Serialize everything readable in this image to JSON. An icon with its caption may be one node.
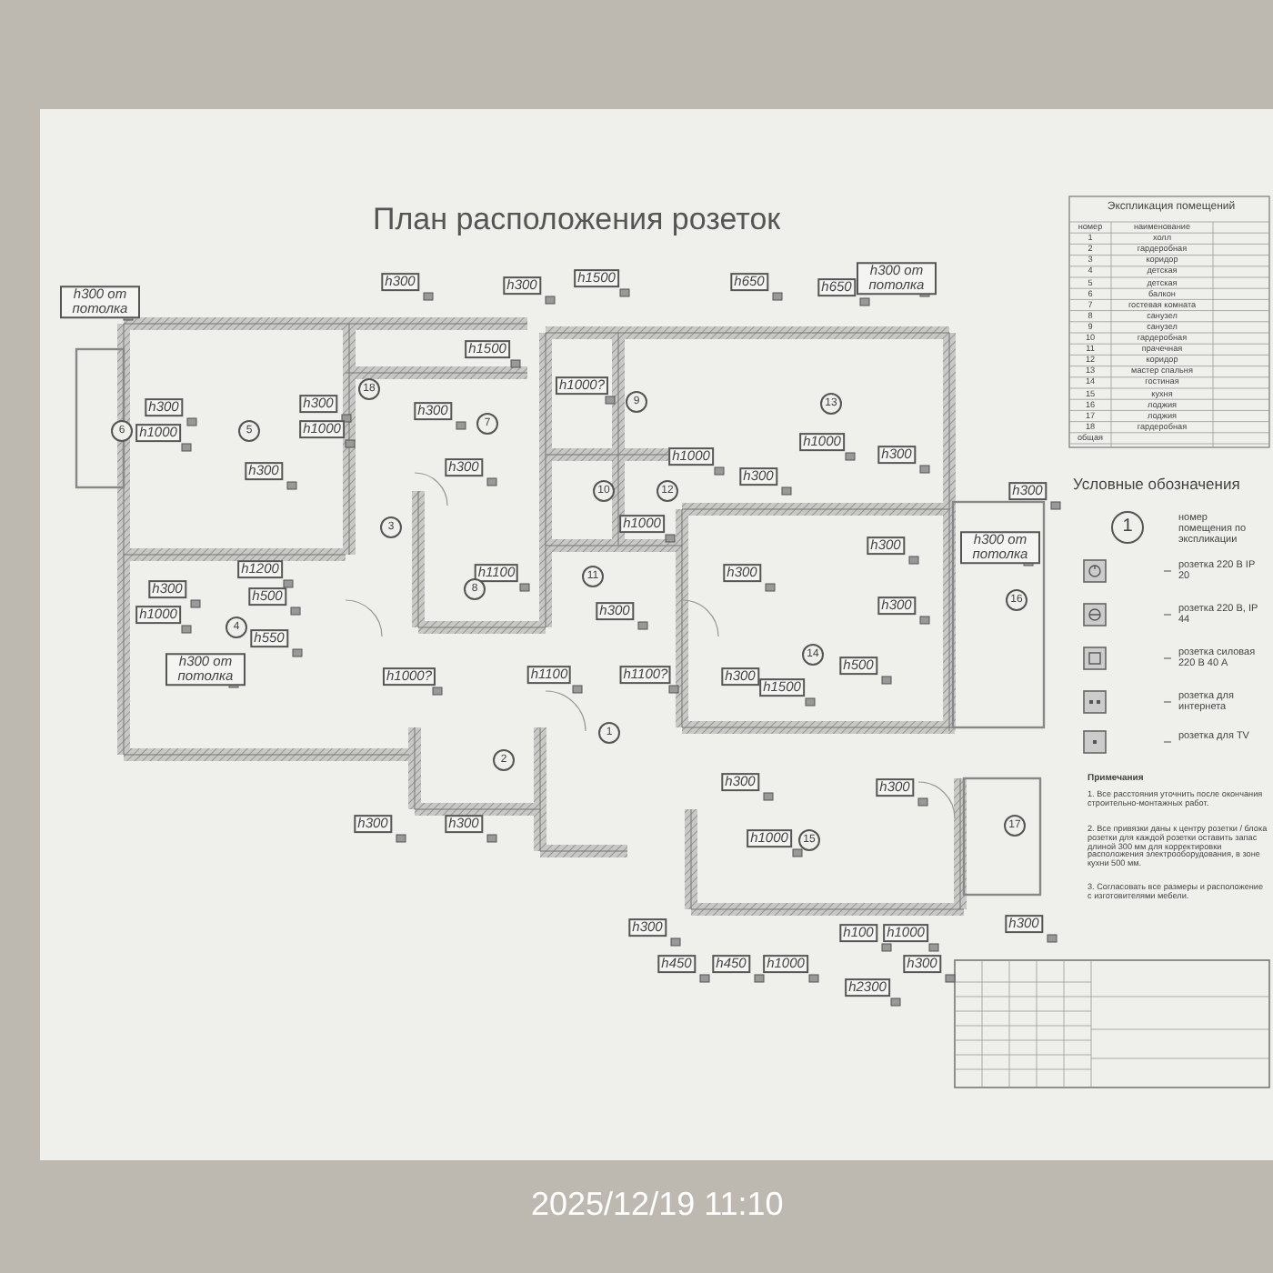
{
  "diagram": {
    "title": "План расположения розеток",
    "labels": [
      "h300 от потолка",
      "h300",
      "h300",
      "h1500",
      "h650",
      "h650",
      "h300 от потолка",
      "h1500",
      "h1000?",
      "h300",
      "h300",
      "h300",
      "h1000",
      "h1000",
      "h1000",
      "h1000",
      "h300",
      "h300",
      "h300",
      "h300",
      "h300",
      "h1000",
      "h300",
      "h300 от потолка",
      "h1200",
      "h1100",
      "h300",
      "h1000",
      "h300",
      "h500",
      "h300",
      "h300",
      "h550",
      "h500",
      "h300 от потолка",
      "h1000?",
      "h1100",
      "h1100?",
      "h300",
      "h1500",
      "h300",
      "h300",
      "h300",
      "h300",
      "h1000",
      "h300",
      "h100",
      "h1000",
      "h300",
      "h450",
      "h450",
      "h1000",
      "h300",
      "h2300",
      "1",
      "2",
      "3",
      "4",
      "6",
      "5",
      "7",
      "8",
      "9",
      "10",
      "11",
      "12",
      "13",
      "14",
      "15",
      "16",
      "17",
      "18",
      "Экспликация помещений",
      "номер",
      "наименование",
      "1",
      "холл",
      "2",
      "гардеробная",
      "3",
      "коридор",
      "4",
      "детская",
      "5",
      "детская",
      "6",
      "балкон",
      "7",
      "гостевая комната",
      "8",
      "санузел",
      "9",
      "санузел",
      "10",
      "гардеробная",
      "11",
      "прачечная",
      "12",
      "коридор",
      "13",
      "мастер спальня",
      "14",
      "гостиная",
      "15",
      "кухня",
      "16",
      "лоджия",
      "17",
      "лоджия",
      "18",
      "гардеробная",
      "общая",
      "Условные обозначения",
      "1",
      "Примечания",
      "1. Все расстояния уточнить после окончания строительно-монтажных работ.",
      "2. Все привязки даны к центру розетки / блока розетки для каждой розетки оставить запас длиной 300 мм для корректировки расположения электрооборудования, в зоне кухни 500 мм.",
      "3. Согласовать все размеры и расположение с изготовителями мебели.",
      "2025/12/19 11:10"
    ],
    "legend": [
      {
        "text": "номер помещения по экспликации"
      },
      {
        "text": "розетка 220 В IP 20"
      },
      {
        "text": "розетка 220 В, IP 44"
      },
      {
        "text": "розетка силовая 220 В 40 А"
      },
      {
        "text": "розетка для интернета"
      },
      {
        "text": "розетка для TV"
      }
    ]
  }
}
